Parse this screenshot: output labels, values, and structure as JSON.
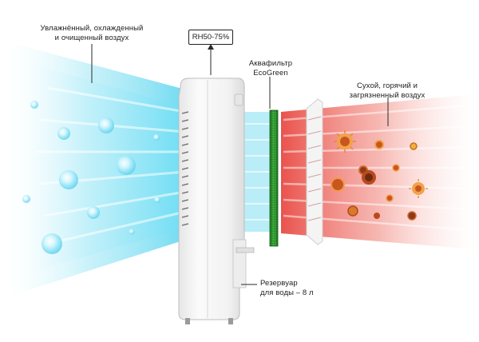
{
  "labels": {
    "output_air": "Увлажнённый, охлажденный\nи очищенный воздух",
    "humidity_range": "RH50-75%",
    "filter": "Аквафильтр\nEcoGreen",
    "input_air": "Сухой, горячий и\nзагрязненный воздух",
    "reservoir": "Резервуар\nдля воды – 8 л"
  },
  "colors": {
    "cool_air": "#5fd8f0",
    "hot_air": "#e8443c",
    "filter": "#2f9a2f",
    "device_body": "#f3f3f3",
    "pollutant": "#c9692a"
  },
  "icons": {
    "bubbles": "water-droplet-icon",
    "pollutants": "dust-particle-icon",
    "arrows": "arrow-up-icon"
  }
}
